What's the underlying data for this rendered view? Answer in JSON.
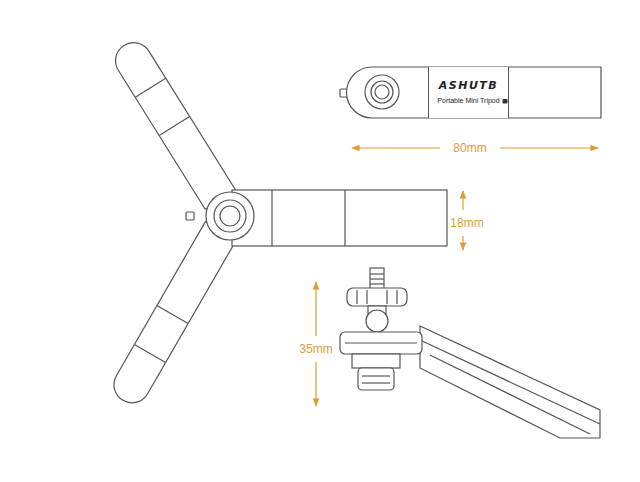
{
  "diagram": {
    "nodes": [
      {
        "text": [
          "ASHUTB",
          "Portable Mini Tripod"
        ]
      }
    ],
    "labels": [
      "80mm",
      "18mm",
      "35mm"
    ]
  }
}
